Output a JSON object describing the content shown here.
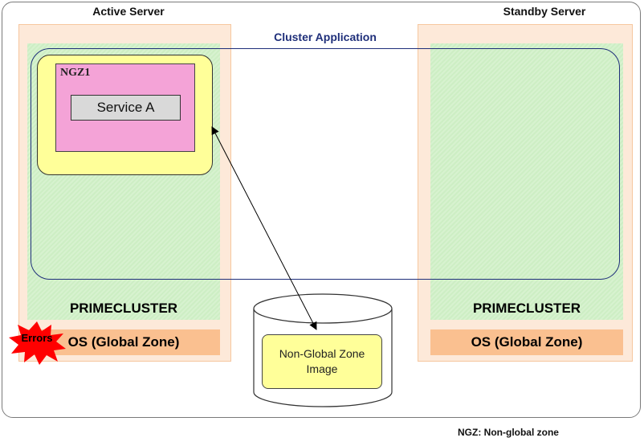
{
  "active_server": {
    "title": "Active Server",
    "primecluster_label": "PRIMECLUSTER",
    "os_label": "OS (Global Zone)",
    "ngz_label": "NGZ1",
    "service_label": "Service A",
    "error_label": "Errors"
  },
  "standby_server": {
    "title": "Standby Server",
    "primecluster_label": "PRIMECLUSTER",
    "os_label": "OS (Global Zone)"
  },
  "cluster_application": {
    "label": "Cluster Application"
  },
  "storage": {
    "image_label_line1": "Non-Global Zone",
    "image_label_line2": "Image"
  },
  "legend": {
    "footnote": "NGZ: Non-global zone"
  },
  "colors": {
    "server_bg": "#fde9d9",
    "cluster_green": "#d7f2cf",
    "os_bar": "#fac090",
    "zone_yellow": "#ffff99",
    "ngz_pink": "#f4a3d7",
    "service_grey": "#d9d9d9",
    "cluster_outline": "#1f2f7a",
    "error_burst": "#ff0000"
  }
}
